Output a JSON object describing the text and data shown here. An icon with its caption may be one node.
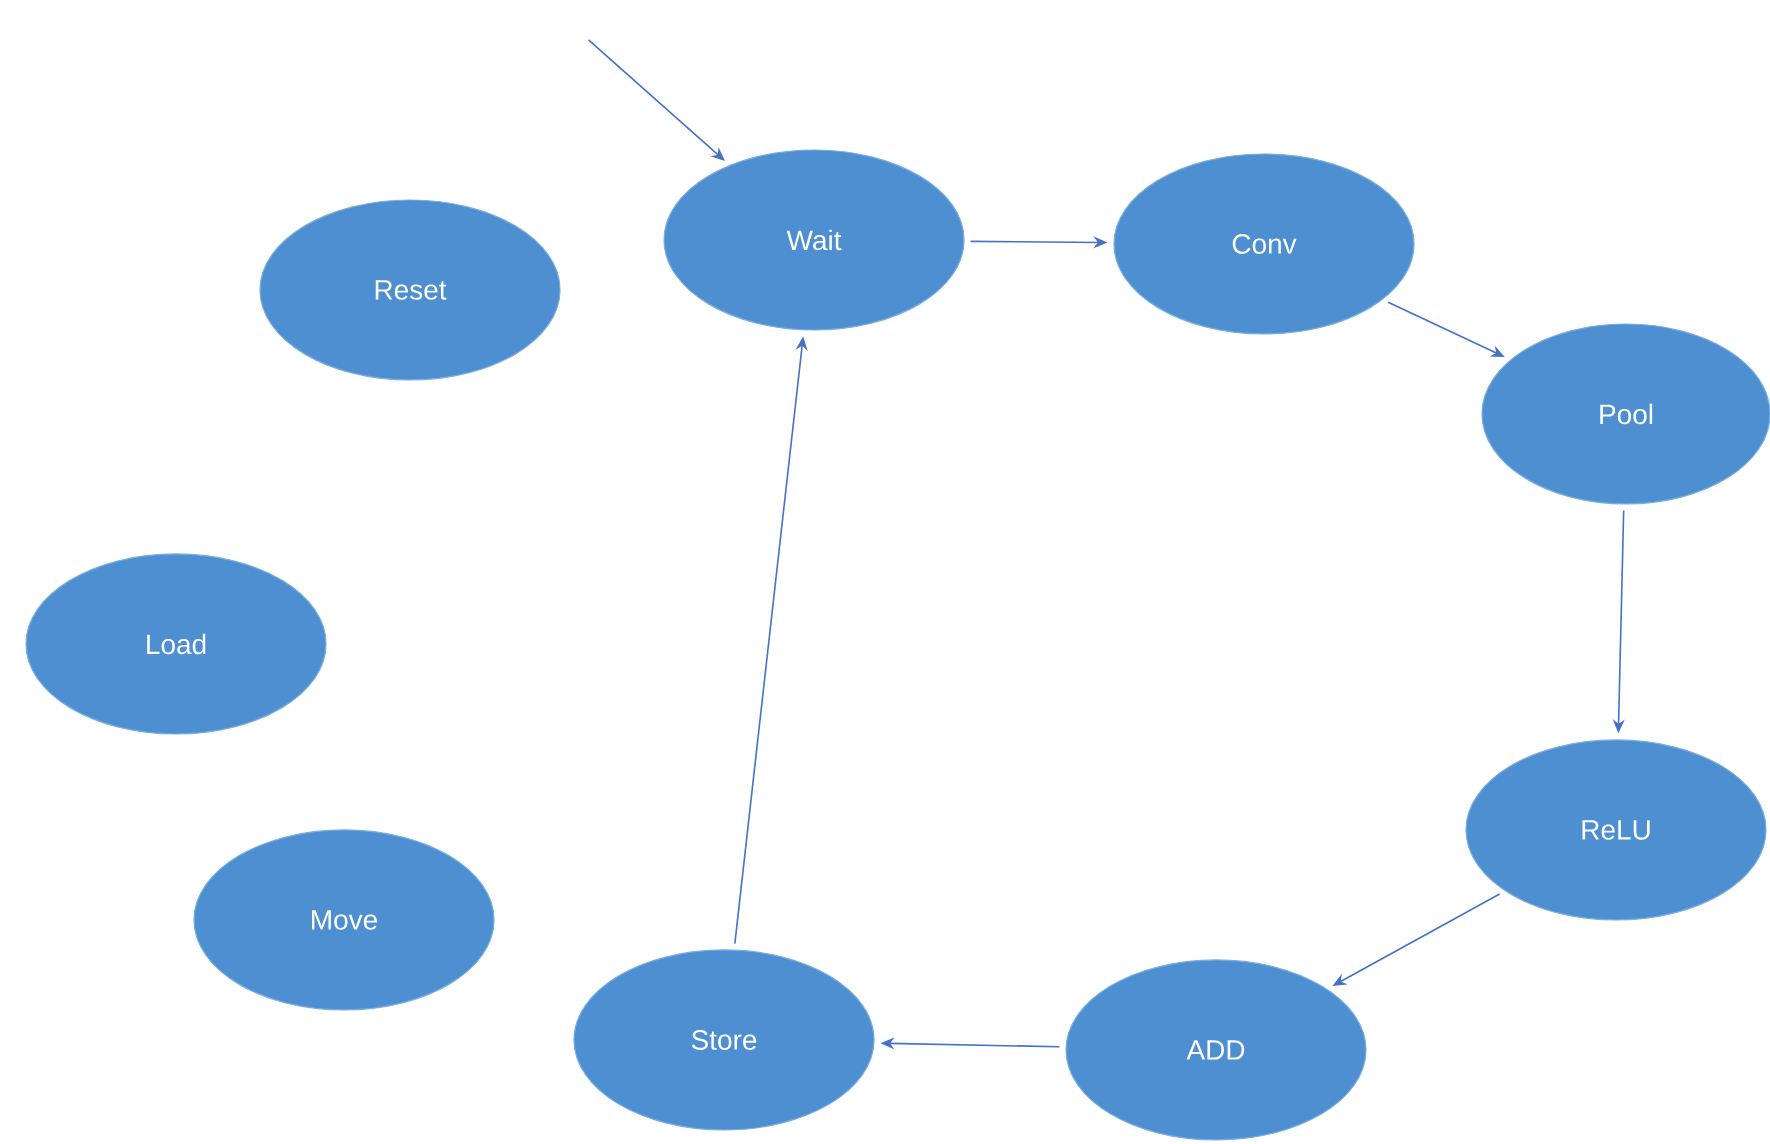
{
  "diagram": {
    "nodes": [
      {
        "text": [
          "Wait"
        ]
      },
      {
        "text": [
          "Conv"
        ]
      },
      {
        "text": [
          "Pool"
        ]
      },
      {
        "text": [
          "ReLU"
        ]
      },
      {
        "text": [
          "ADD"
        ]
      },
      {
        "text": [
          "Store"
        ]
      },
      {
        "text": [
          "Reset"
        ]
      },
      {
        "text": [
          "Load"
        ]
      },
      {
        "text": [
          "Move"
        ]
      }
    ],
    "edges": [
      {
        "from": null,
        "to": 0,
        "arrow": "to"
      },
      {
        "from": 0,
        "to": 1,
        "arrow": "to"
      },
      {
        "from": 1,
        "to": 2,
        "arrow": "to"
      },
      {
        "from": 2,
        "to": 3,
        "arrow": "to"
      },
      {
        "from": 3,
        "to": 4,
        "arrow": "to"
      },
      {
        "from": 4,
        "to": 5,
        "arrow": "to"
      },
      {
        "from": 5,
        "to": 0,
        "arrow": "to"
      }
    ]
  }
}
